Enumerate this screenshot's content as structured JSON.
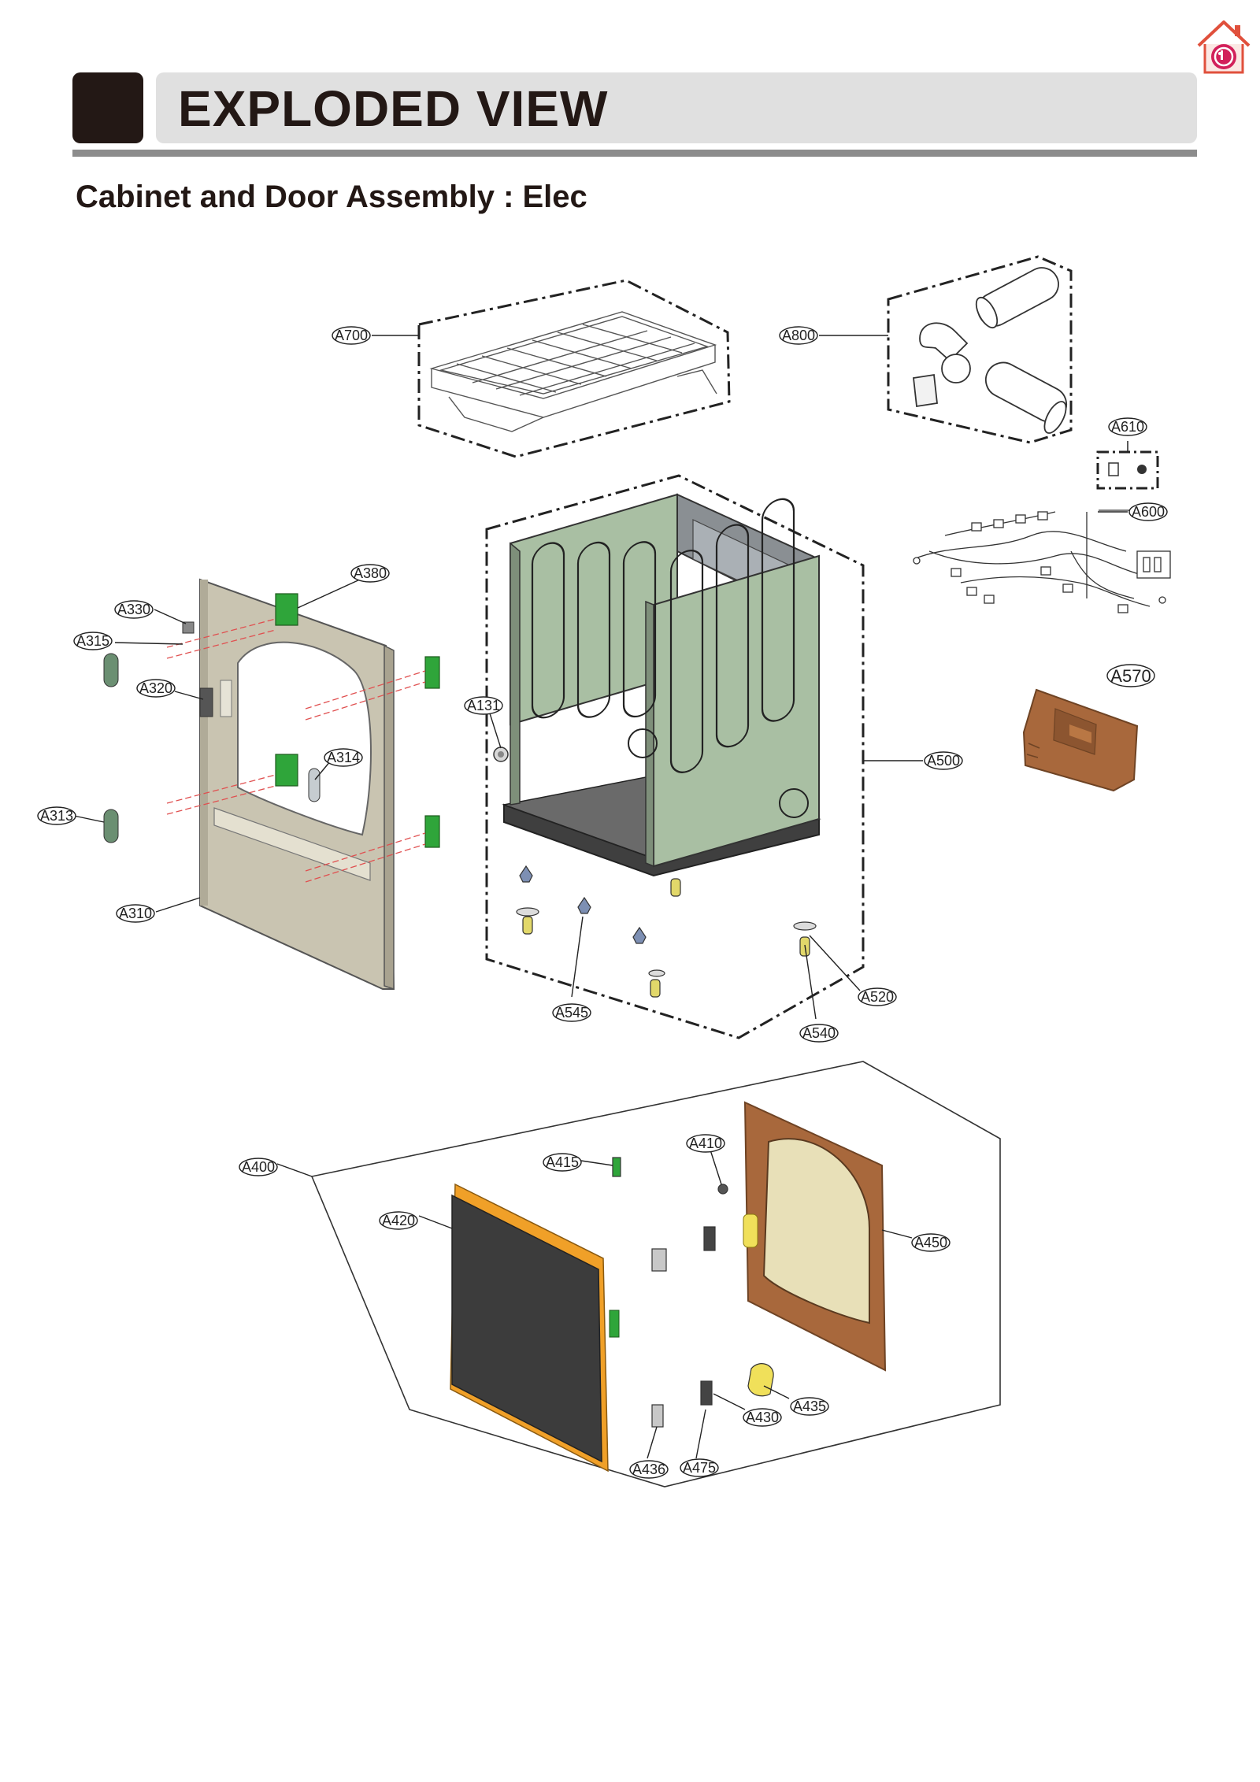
{
  "header": {
    "title": "EXPLODED VIEW",
    "section_title": "Cabinet and Door Assembly : Elec"
  },
  "colors": {
    "header_block": "#231815",
    "header_bar": "#e0e0e0",
    "rule": "#8c8c8c",
    "cabinet_green": "#a9bfa3",
    "front_panel": "#c9c4b1",
    "door_orange": "#f0a028",
    "door_dark": "#3c3c3c",
    "bracket_brown": "#a8683c",
    "logo_red": "#d2205a"
  },
  "logo_icon": "lg-home-icon",
  "callouts": {
    "A700": "A700",
    "A800": "A800",
    "A610": "A610",
    "A600": "A600",
    "A570": "A570",
    "A380": "A380",
    "A330": "A330",
    "A315": "A315",
    "A320": "A320",
    "A131": "A131",
    "A314": "A314",
    "A313": "A313",
    "A310": "A310",
    "A500": "A500",
    "A545": "A545",
    "A520": "A520",
    "A540": "A540",
    "A400": "A400",
    "A415": "A415",
    "A410": "A410",
    "A420": "A420",
    "A450": "A450",
    "A435": "A435",
    "A430": "A430",
    "A436": "A436",
    "A475": "A475"
  }
}
